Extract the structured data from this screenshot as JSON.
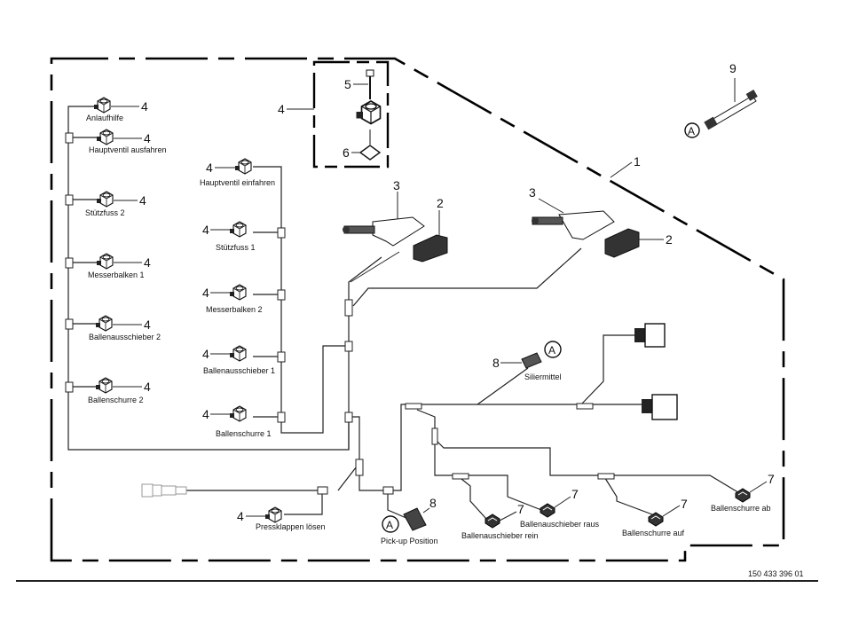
{
  "drawing_number": "150 433 396 01",
  "reference_marker": "A",
  "part_numbers": {
    "harness": "1",
    "connector": "2",
    "plug_housing": "3",
    "solenoid_valve": "4",
    "screw": "5",
    "seal": "6",
    "sensor_connector": "7",
    "sensor_plug": "8",
    "cable": "9"
  },
  "valves_left": [
    {
      "label": "Anlaufhilfe",
      "part": "4"
    },
    {
      "label": "Hauptventil ausfahren",
      "part": "4"
    },
    {
      "label": "Stützfuss 2",
      "part": "4"
    },
    {
      "label": "Messerbalken 1",
      "part": "4"
    },
    {
      "label": "Ballenausschieber 2",
      "part": "4"
    },
    {
      "label": "Ballenschurre 2",
      "part": "4"
    }
  ],
  "valves_middle": [
    {
      "label": "Hauptventil einfahren",
      "part": "4"
    },
    {
      "label": "Stützfuss 1",
      "part": "4"
    },
    {
      "label": "Messerbalken 2",
      "part": "4"
    },
    {
      "label": "Ballenausschieber 1",
      "part": "4"
    },
    {
      "label": "Ballenschurre 1",
      "part": "4"
    }
  ],
  "valve_bottom": {
    "label": "Pressklappen lösen",
    "part": "4"
  },
  "sensors": [
    {
      "label": "Ballenauschieber rein",
      "part": "7"
    },
    {
      "label": "Ballenauschieber raus",
      "part": "7"
    },
    {
      "label": "Ballenschurre auf",
      "part": "7"
    },
    {
      "label": "Ballenschurre ab",
      "part": "7"
    }
  ],
  "plugs": [
    {
      "label": "Siliermittel",
      "part": "8",
      "marker": "A"
    },
    {
      "label": "Pick-up Position",
      "part": "8",
      "marker": "A"
    }
  ]
}
